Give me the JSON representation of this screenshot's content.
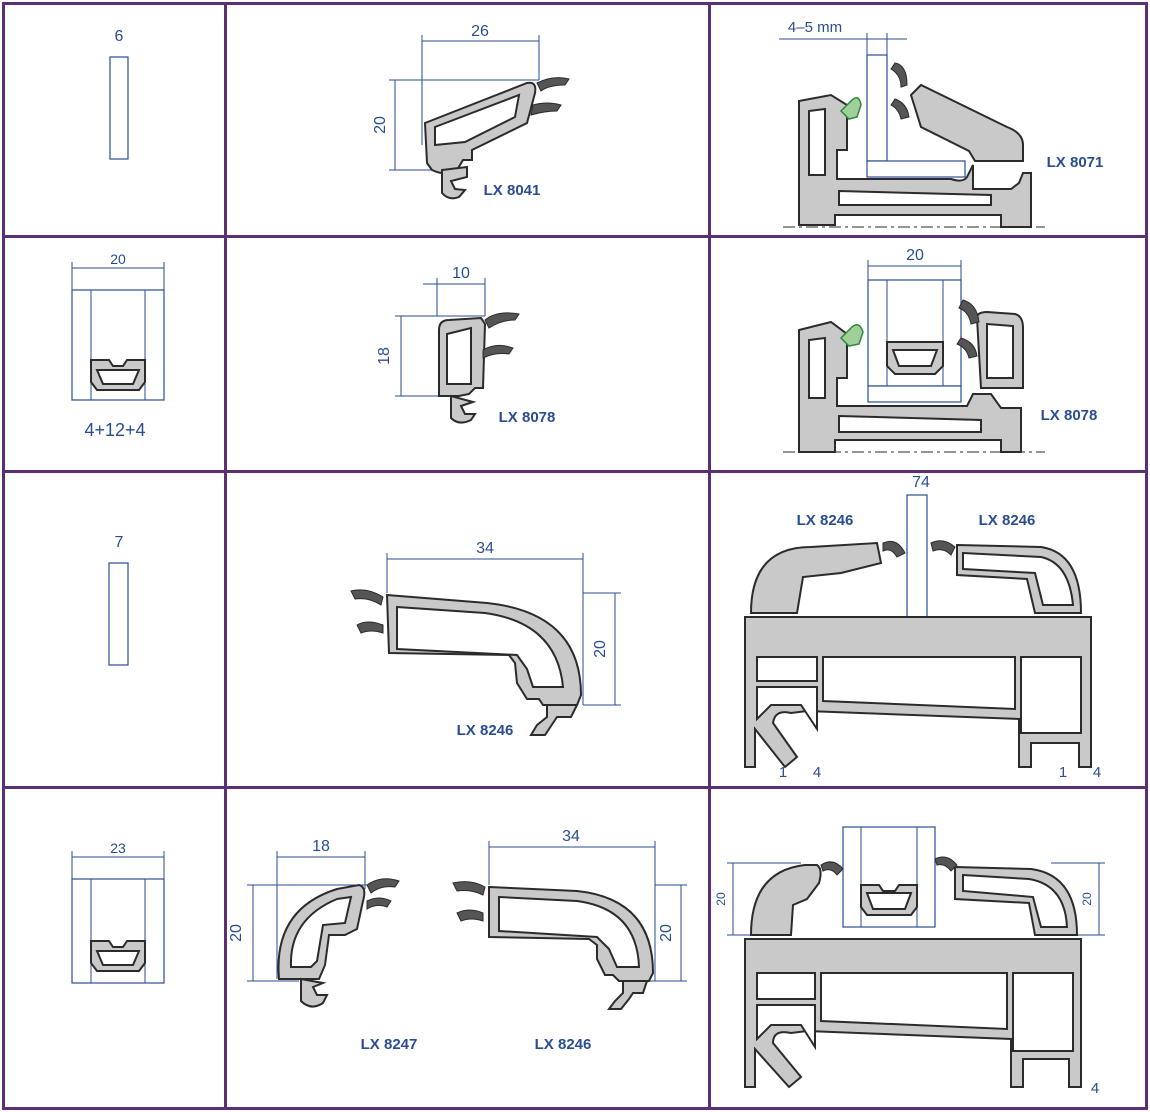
{
  "rows": [
    {
      "glass_thickness": "6",
      "profile": {
        "width": "26",
        "height": "20",
        "code": "LX 8041"
      },
      "assembly": {
        "gap": "4–5 mm",
        "code": "LX 8071"
      }
    },
    {
      "glass_width": "20",
      "glass_spec": "4+12+4",
      "profile": {
        "width": "10",
        "height": "18",
        "code": "LX 8078"
      },
      "assembly": {
        "width": "20",
        "code": "LX 8078"
      }
    },
    {
      "glass_thickness": "7",
      "profile": {
        "width": "34",
        "height": "20",
        "code": "LX 8246"
      },
      "assembly": {
        "total": "74",
        "code_left": "LX 8246",
        "code_right": "LX 8246",
        "mark_l1": "1",
        "mark_l4": "4",
        "mark_r1": "1",
        "mark_r4": "4"
      }
    },
    {
      "glass_width": "23",
      "profile_a": {
        "width": "18",
        "height": "20",
        "code": "LX 8247"
      },
      "profile_b": {
        "width": "34",
        "height": "20",
        "code": "LX 8246"
      },
      "assembly": {
        "height_left": "20",
        "height_right": "20",
        "mark": "4"
      }
    }
  ],
  "colors": {
    "border": "#5c2f73",
    "dimension": "#2a4d92",
    "profile_fill": "#c9c9c9",
    "gasket": "#555555",
    "gasket_green": "#2e8a3a"
  }
}
